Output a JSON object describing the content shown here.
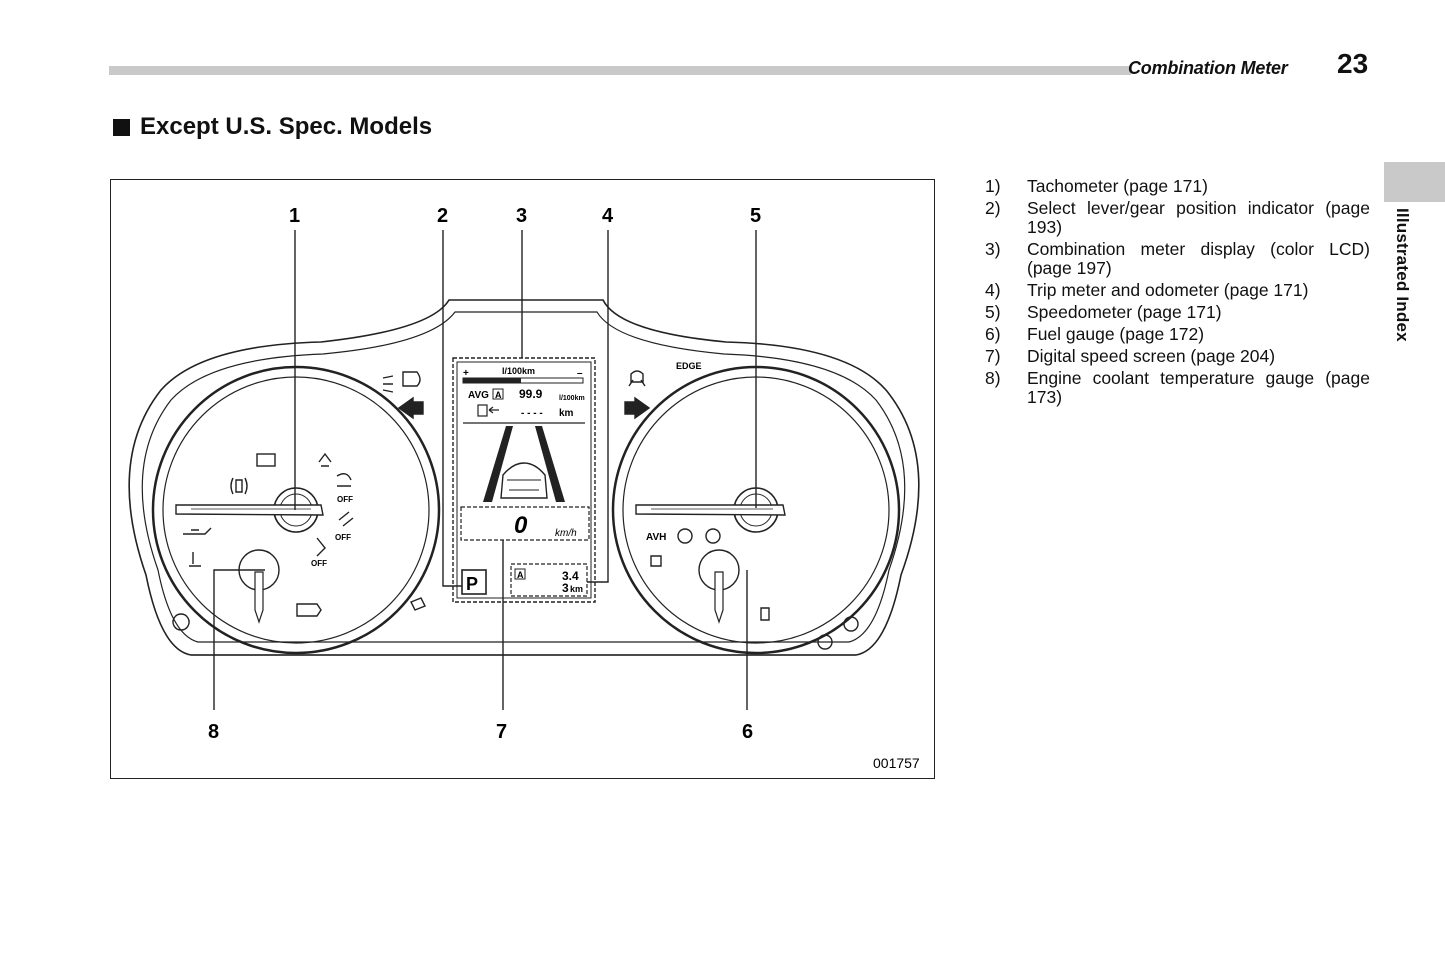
{
  "header": {
    "title": "Combination Meter",
    "page_number": "23"
  },
  "side_tab": {
    "label": "Illustrated Index"
  },
  "section": {
    "heading": "Except U.S. Spec. Models"
  },
  "figure": {
    "figure_id": "001757",
    "callouts": [
      "1",
      "2",
      "3",
      "4",
      "5",
      "6",
      "7",
      "8"
    ],
    "display": {
      "fuel_unit": "l/100km",
      "avg_label": "AVG",
      "a_badge": "A",
      "avg_value": "99.9",
      "avg_unit": "l/100km",
      "range_value": "- - - -",
      "range_unit": "km",
      "speed_value": "0",
      "speed_unit": "km/h",
      "gear": "P",
      "trip_value": "3.4",
      "odo_value": "3",
      "odo_unit": "km",
      "plus": "+",
      "minus": "–"
    },
    "icons": {
      "avh": "AVH",
      "edge": "EDGE",
      "off": "OFF"
    }
  },
  "legend": {
    "items": [
      {
        "num": "1)",
        "text": "Tachometer (page 171)"
      },
      {
        "num": "2)",
        "text": "Select lever/gear position indicator (page 193)"
      },
      {
        "num": "3)",
        "text": "Combination meter display (color LCD) (page 197)"
      },
      {
        "num": "4)",
        "text": "Trip meter and odometer (page 171)"
      },
      {
        "num": "5)",
        "text": "Speedometer (page 171)"
      },
      {
        "num": "6)",
        "text": "Fuel gauge (page 172)"
      },
      {
        "num": "7)",
        "text": "Digital speed screen (page 204)"
      },
      {
        "num": "8)",
        "text": "Engine coolant temperature gauge (page 173)"
      }
    ]
  }
}
